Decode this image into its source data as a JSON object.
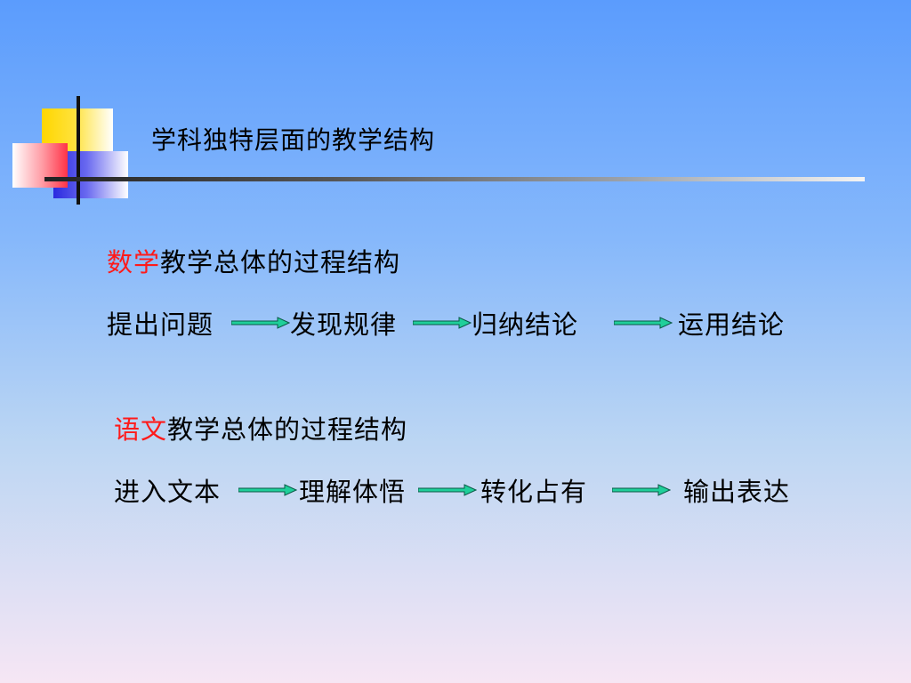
{
  "slide": {
    "title": "学科独特层面的教学结构"
  },
  "sections": [
    {
      "heading_highlight": "数学",
      "heading_rest": "教学总体的过程结构",
      "steps": [
        "提出问题",
        "发现规律",
        "归纳结论",
        "运用结论"
      ]
    },
    {
      "heading_highlight": "语文",
      "heading_rest": "教学总体的过程结构",
      "steps": [
        "进入文本",
        "理解体悟",
        "转化占有",
        "输出表达"
      ]
    }
  ],
  "colors": {
    "highlight": "#ff1a1a",
    "arrow_fill": "#1fcf9a",
    "arrow_stroke": "#0a5a46"
  }
}
